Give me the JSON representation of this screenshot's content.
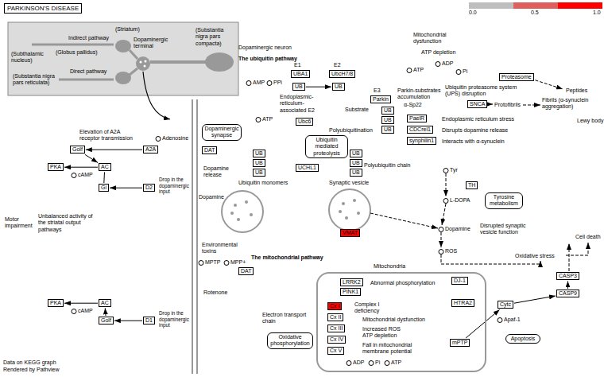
{
  "diagram": {
    "title": "PARKINSON'S DISEASE",
    "nodes": [
      {
        "text": [
          "Golf"
        ]
      },
      {
        "text": [
          "A2A"
        ]
      },
      {
        "text": [
          "PKA"
        ]
      },
      {
        "text": [
          "AC"
        ]
      },
      {
        "text": [
          "Gi"
        ]
      },
      {
        "text": [
          "D2"
        ]
      },
      {
        "text": [
          "Dopaminergic synapse"
        ]
      },
      {
        "text": [
          "DAT"
        ]
      },
      {
        "text": [
          "UBA1"
        ]
      },
      {
        "text": [
          "UB"
        ]
      },
      {
        "text": [
          "UbcH7/8"
        ]
      },
      {
        "text": [
          "UB"
        ]
      },
      {
        "text": [
          "Parkin"
        ]
      },
      {
        "text": [
          "UB"
        ]
      },
      {
        "text": [
          "UB"
        ]
      },
      {
        "text": [
          "UB"
        ]
      },
      {
        "text": [
          "Ubc6"
        ]
      },
      {
        "text": [
          "Ubiquitin mediated proteolysis"
        ]
      },
      {
        "text": [
          "UB"
        ]
      },
      {
        "text": [
          "UB"
        ]
      },
      {
        "text": [
          "UB"
        ]
      },
      {
        "text": [
          "UCHL1"
        ]
      },
      {
        "text": [
          "UB"
        ]
      },
      {
        "text": [
          "UB"
        ]
      },
      {
        "text": [
          "UB"
        ]
      },
      {
        "text": [
          "Proteasome"
        ]
      },
      {
        "text": [
          "SNCA"
        ]
      },
      {
        "text": [
          "PaelR"
        ]
      },
      {
        "text": [
          "CDCrel1"
        ]
      },
      {
        "text": [
          "synphilin1"
        ]
      },
      {
        "text": [
          "TH"
        ]
      },
      {
        "text": [
          "Tyrosine metabolism"
        ]
      },
      {
        "text": [
          "VMAT"
        ]
      },
      {
        "text": [
          "DAT"
        ]
      },
      {
        "text": [
          "PKA"
        ]
      },
      {
        "text": [
          "AC"
        ]
      },
      {
        "text": [
          "Golf"
        ]
      },
      {
        "text": [
          "D1"
        ]
      },
      {
        "text": [
          "Oxidative phosphorylation"
        ]
      },
      {
        "text": [
          "Mitochondria"
        ]
      },
      {
        "text": [
          "LRRK2"
        ],
        "in": 39
      },
      {
        "text": [
          "PINK1"
        ],
        "in": 39
      },
      {
        "text": [
          "Cx I"
        ],
        "in": 39
      },
      {
        "text": [
          "Cx II"
        ],
        "in": 39
      },
      {
        "text": [
          "Cx III"
        ],
        "in": 39
      },
      {
        "text": [
          "Cx IV"
        ],
        "in": 39
      },
      {
        "text": [
          "Cx V"
        ],
        "in": 39
      },
      {
        "text": [
          "DJ-1"
        ],
        "in": 39
      },
      {
        "text": [
          "HTRA2"
        ],
        "in": 39
      },
      {
        "text": [
          "mPTP"
        ],
        "in": 39
      },
      {
        "text": [
          "Cytc"
        ]
      },
      {
        "text": [
          "Apoptosis"
        ]
      },
      {
        "text": [
          "CASP3"
        ]
      },
      {
        "text": [
          "CASP9"
        ]
      }
    ],
    "edges": [
      {
        "from": 1,
        "to": 0,
        "arrow": "to"
      },
      {
        "from": 0,
        "to": 3,
        "arrow": "to"
      },
      {
        "from": 3,
        "to": 2,
        "arrow": "to"
      },
      {
        "from": 4,
        "to": 3,
        "arrow": "none"
      },
      {
        "from": 5,
        "to": 4,
        "arrow": "to"
      },
      {
        "from": 37,
        "to": 36,
        "arrow": "to"
      },
      {
        "from": 36,
        "to": 35,
        "arrow": "to"
      },
      {
        "from": 35,
        "to": 34,
        "arrow": "to"
      },
      {
        "from": 9,
        "to": 11,
        "arrow": "to"
      },
      {
        "from": 49,
        "to": 50,
        "arrow": "to"
      },
      {
        "from": 50,
        "to": 53,
        "arrow": "to"
      },
      {
        "from": 53,
        "to": 52,
        "arrow": "to"
      }
    ],
    "labels": [
      "(Striatum)",
      "Indirect pathway",
      "(Globus pallidus)",
      "(Subthalamic nucleus)",
      "Direct pathway",
      "(Substantia nigra pars reticulata)",
      "Dopaminergic terminal",
      "(Substantia nigra pars compacta)",
      "Elevation of A2A receptor transmission",
      "Adenosine",
      "cAMP",
      "Drop in the dopaminergic input",
      "Dopamine release",
      "Dopamine",
      "Unbalanced activity of the striatal output pathways",
      "Motor impairment",
      "cAMP",
      "Drop in the dopaminergic input",
      "Environmental toxins",
      "MPTP",
      "MPP+",
      "Rotenone",
      "Dopaminergic neuron",
      "The ubiquitin pathway",
      "E1",
      "E2",
      "AMP",
      "PPi",
      "Endoplasmic-reticulum-associated E2",
      "ATP",
      "E3",
      "Substrate",
      "Parkin-substrates accumulation",
      "Polyubiquitination",
      "Ubiquitin monomers",
      "Polyubiquitin chain",
      "Synaptic vesicle",
      "Mitochondrial dysfunction",
      "ATP depletion",
      "ATP",
      "ADP",
      "Pi",
      "Ubiquitin proteasome system (UPS) disruption",
      "Peptides",
      "α-Sp22",
      "Protofibrils",
      "Fibrils (α-synuclein aggregation)",
      "Lewy body",
      "Endoplasmic reticulum stress",
      "Disrupts dopamine release",
      "Interacts with α-synuclein",
      "Tyr",
      "L-DOPA",
      "Dopamine",
      "Disrupted synaptic vesicle function",
      "ROS",
      "Oxidative stress",
      "Cell death",
      "The mitochondrial pathway",
      "Abnormal phosphorylation",
      "Complex I deficiency",
      "Mitochondrial dysfunction",
      "Increased ROS ATP depletion",
      "Fall in mitochondrial membrane potential",
      "ADP",
      "Pi",
      "ATP",
      "Electron transport chain",
      "Apaf-1",
      "Data on KEGG graph",
      "Rendered by Pathview"
    ],
    "legend": [
      {
        "text": "0.0",
        "color": "#bebebe"
      },
      {
        "text": "0.5",
        "color": "#df5f5f"
      },
      {
        "text": "1.0",
        "color": "#ff0000"
      }
    ]
  }
}
